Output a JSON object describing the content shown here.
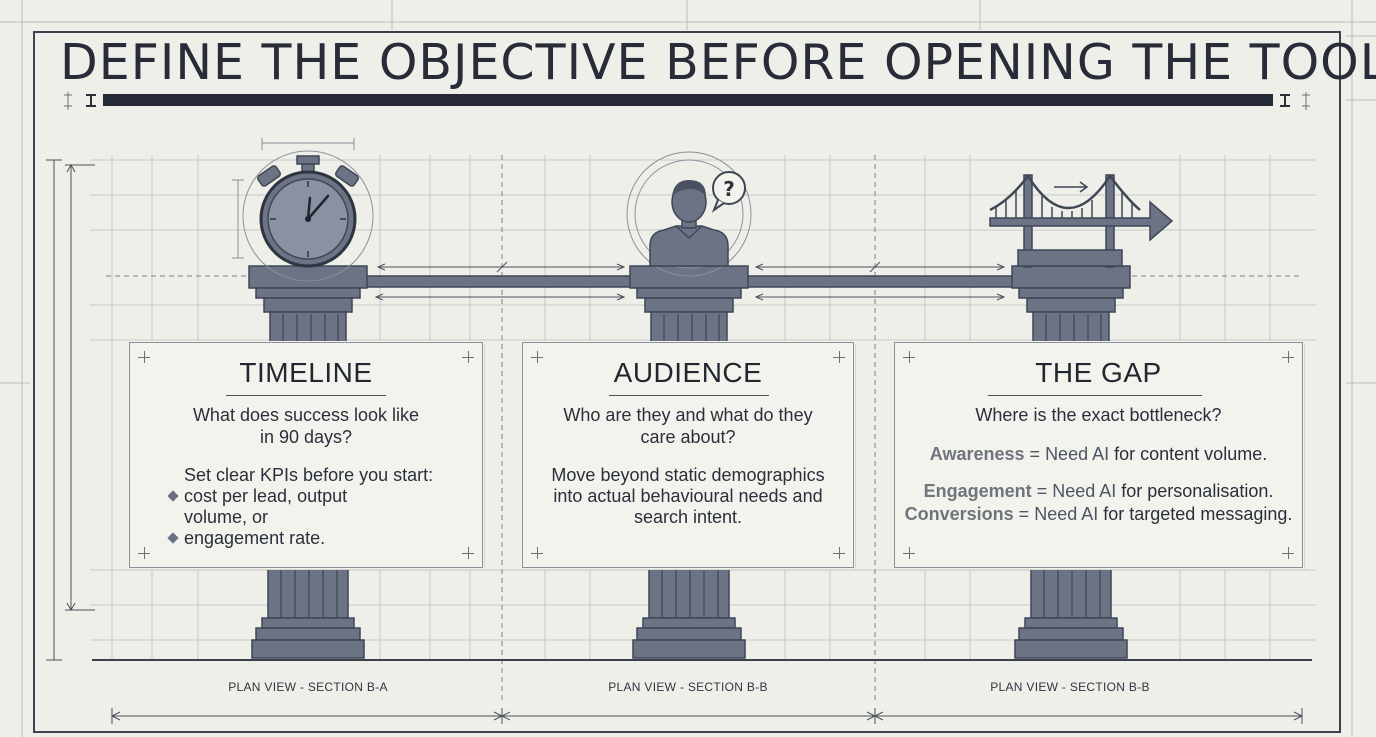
{
  "title": "DEFINE THE OBJECTIVE BEFORE OPENING THE TOOL",
  "colors": {
    "background": "#efefea",
    "ink": "#2a2f3b",
    "pillar": "#6b7384",
    "pillar_dark": "#3f4656",
    "highlight_term": "#6f747d",
    "highlight_need": "#4d5563"
  },
  "cards": [
    {
      "heading": "TIMELINE",
      "question_line1": "What does success look like",
      "question_line2": "in 90 days?",
      "intro": "Set clear KPIs before you start:",
      "bullets": [
        {
          "line1": "cost per lead, output",
          "line2": "volume, or"
        },
        {
          "line1": "engagement rate.",
          "line2": ""
        }
      ],
      "icon": "stopwatch-icon",
      "caption": "PLAN VIEW - SECTION B-A"
    },
    {
      "heading": "AUDIENCE",
      "question_line1": "Who are they and what do they",
      "question_line2": "care about?",
      "body_line1": "Move beyond static demographics",
      "body_line2": "into actual behavioural needs and",
      "body_line3": "search intent.",
      "icon": "person-question-icon",
      "caption": "PLAN VIEW - SECTION B-B"
    },
    {
      "heading": "THE GAP",
      "question_line1": "Where is the exact bottleneck?",
      "rows": [
        {
          "term": "Awareness",
          "eq": "=",
          "need": "Need AI",
          "rest": "for content volume."
        },
        {
          "term": "Engagement",
          "eq": "=",
          "need": "Need AI",
          "rest": "for personalisation."
        },
        {
          "term": "Conversions",
          "eq": "=",
          "need": "Need AI",
          "rest": "for targeted messaging."
        }
      ],
      "icon": "bridge-arrow-icon",
      "caption": "PLAN VIEW - SECTION B-B"
    }
  ]
}
